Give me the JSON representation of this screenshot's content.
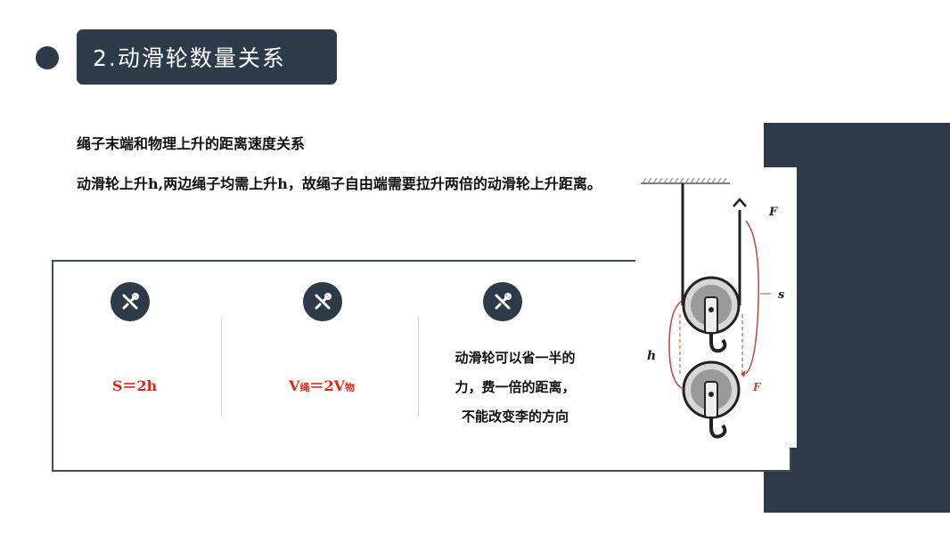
{
  "header": {
    "title": "2.动滑轮数量关系"
  },
  "intro": {
    "subtitle": "绳子末端和物理上升的距离速度关系",
    "description": "动滑轮上升h,两边绳子均需上升h，故绳子自由端需要拉升两倍的动滑轮上升距离。"
  },
  "cards": [
    {
      "icon": "tools-icon",
      "formula": "S＝2h"
    },
    {
      "icon": "tools-icon",
      "formula_v1": "V",
      "formula_sub1": "绳",
      "formula_mid": "＝2V",
      "formula_sub2": "物"
    },
    {
      "icon": "tools-icon",
      "lines": [
        "动滑轮可以省一半的",
        "力，费一倍的距离，",
        "不能改变李的方向"
      ]
    }
  ],
  "figure": {
    "labels": {
      "force_top": "F",
      "distance": "s",
      "height": "h",
      "force_bottom": "F"
    }
  },
  "colors": {
    "dark": "#2d3a4a",
    "accent_red": "#e0251b",
    "rope_red": "#c0443a"
  }
}
